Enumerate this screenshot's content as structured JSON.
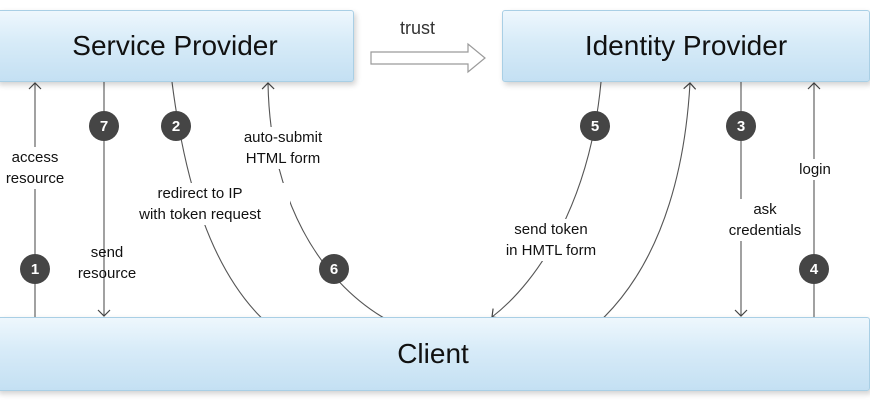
{
  "service_provider": "Service Provider",
  "identity_provider": "Identity Provider",
  "client": "Client",
  "trust": "trust",
  "labels": {
    "access_resource": "access\nresource",
    "send_resource": "send\nresource",
    "redirect": "redirect to IP\nwith token request",
    "auto_submit": "auto-submit\nHTML form",
    "send_token": "send token\nin HMTL form",
    "ask_credentials": "ask\ncredentials",
    "login": "login"
  },
  "steps": [
    "1",
    "2",
    "3",
    "4",
    "5",
    "6",
    "7"
  ],
  "colors": {
    "box_fill": "#d7ebf8",
    "box_border": "#a9cfe5",
    "step_fill": "#454545"
  }
}
